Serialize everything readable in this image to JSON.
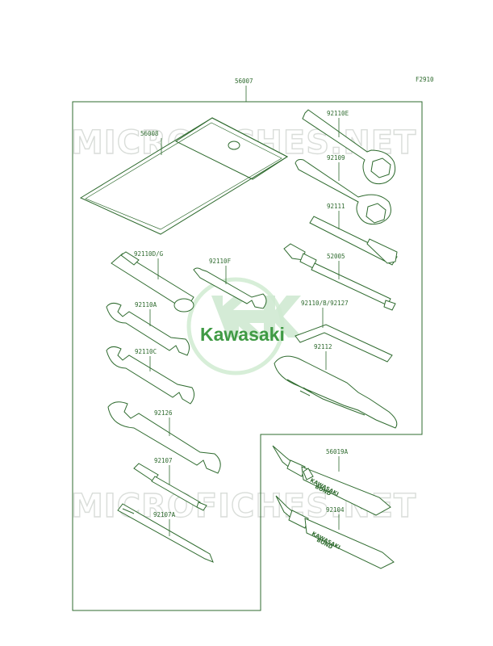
{
  "figure_code": "F2910",
  "watermark": {
    "text": "MICROFICHES.NET",
    "logo_brand": "Kawasaki"
  },
  "kit_labels": {
    "tool_kit": "56007",
    "bag": "56008",
    "ring_wrench_e": "92110E",
    "ring_wrench": "92109",
    "bar": "92111",
    "spoke_wrench": "52005",
    "box_wrench_dg": "92110D/G",
    "small_wrench_f": "92110F",
    "hex_wrench": "92110/B/92127",
    "wrench_a": "92110A",
    "wrench_c": "92110C",
    "pliers": "92112",
    "wrench_large": "92126",
    "screwdriver": "92107",
    "screwdriver_tip": "92107A",
    "bond_a": "56019A",
    "bond": "92104"
  },
  "bond_text": [
    "KAWASAKI",
    "BOND"
  ],
  "colors": {
    "line": "#2f6b2f",
    "watermark": "#d9ddd9",
    "logo": "#3f9a44"
  }
}
